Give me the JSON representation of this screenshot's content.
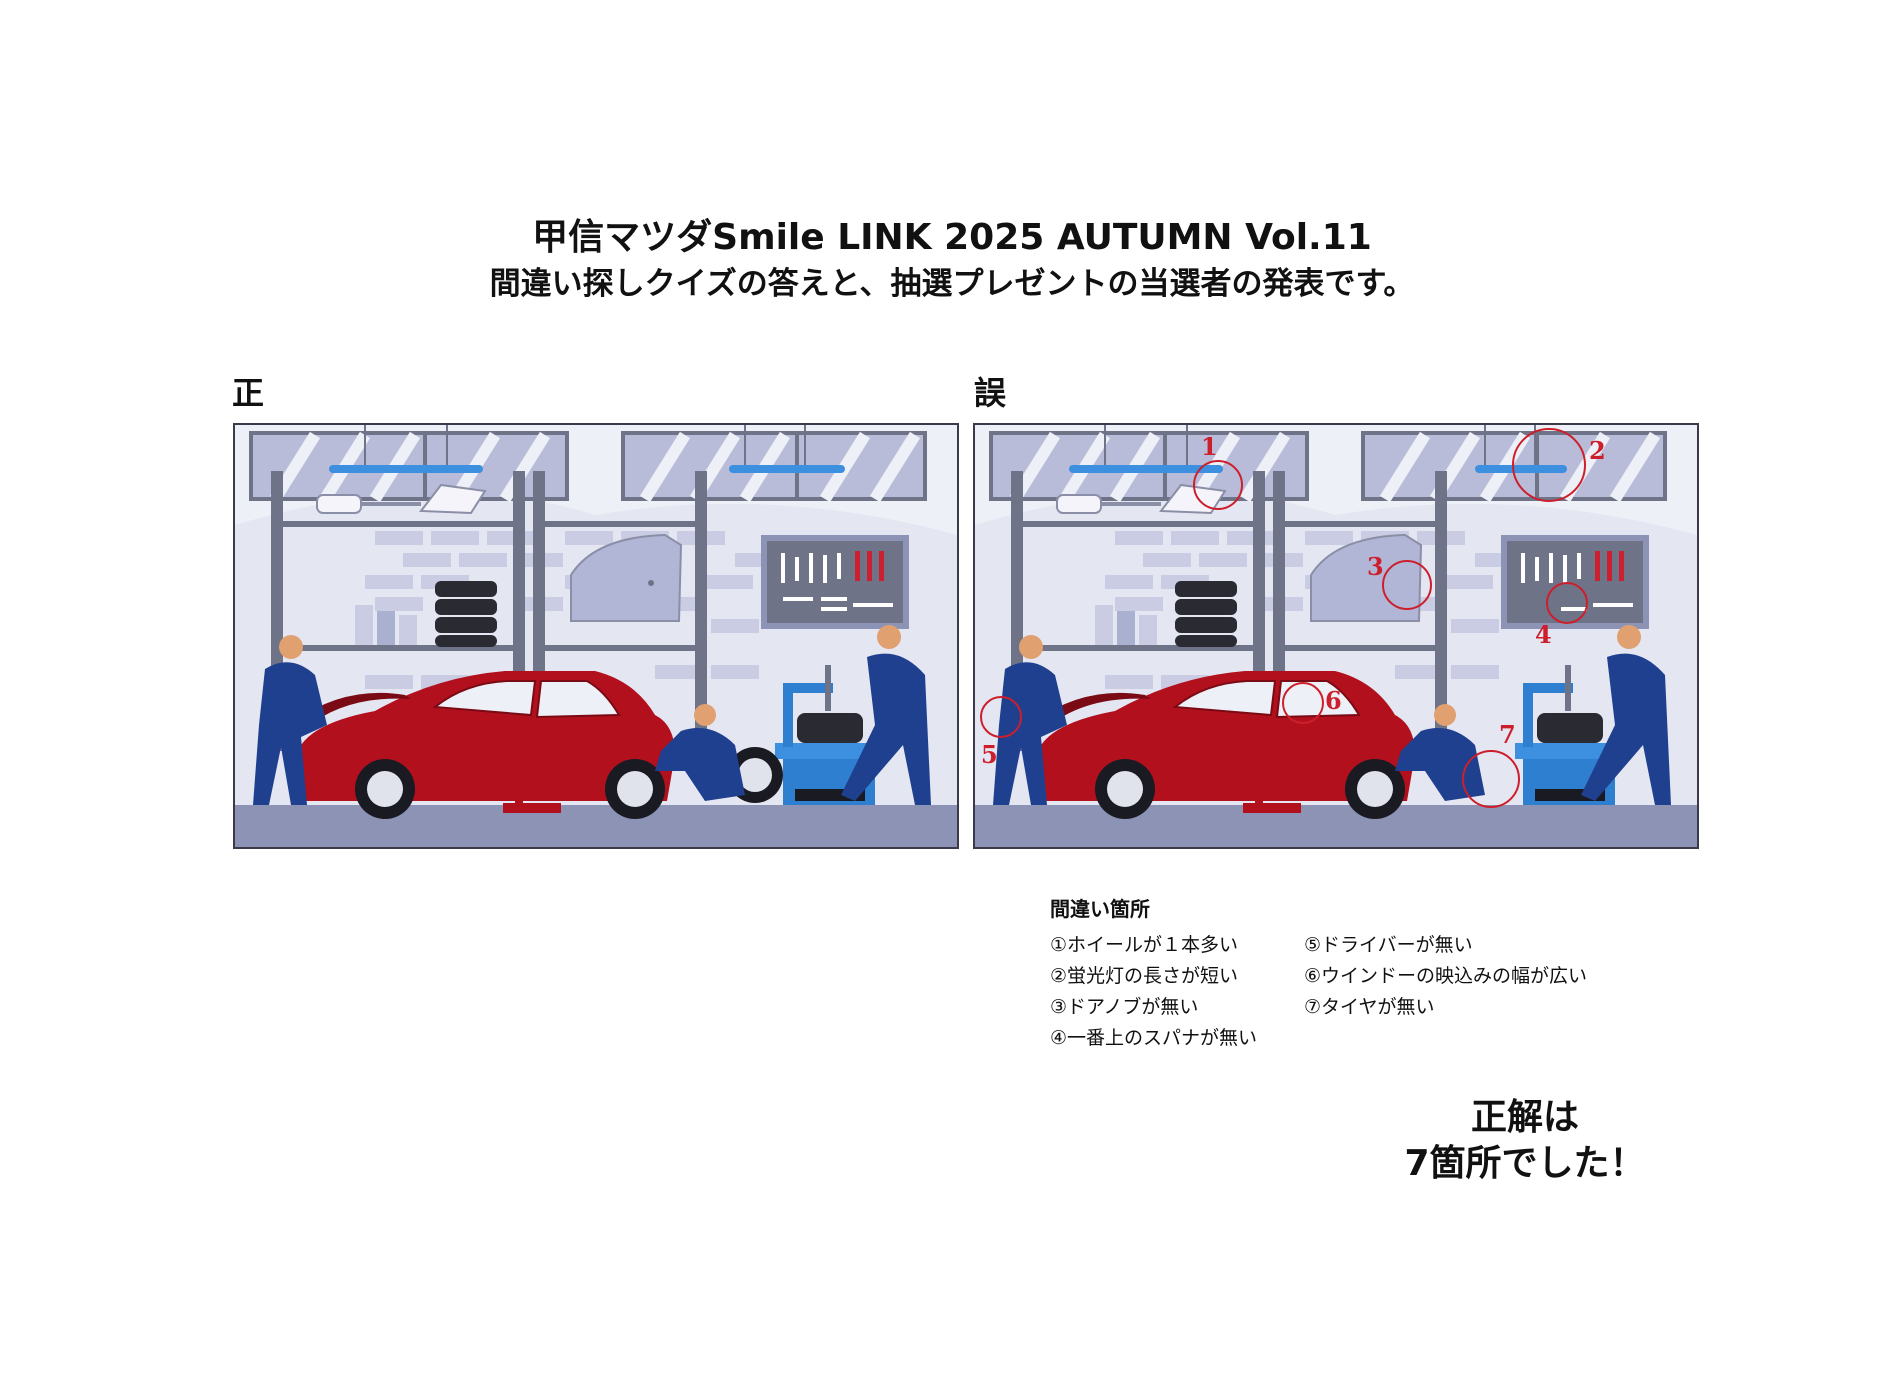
{
  "header": {
    "line1": "甲信マツダSmile LINK 2025 AUTUMN Vol.11",
    "line2": "間違い探しクイズの答えと、抽選プレゼントの当選者の発表です。"
  },
  "panels": {
    "correct_label": "正",
    "wrong_label": "誤"
  },
  "markers": [
    "1",
    "2",
    "3",
    "4",
    "5",
    "6",
    "7"
  ],
  "differences": {
    "title": "間違い箇所",
    "items": [
      "①ホイールが１本多い",
      "②蛍光灯の長さが短い",
      "③ドアノブが無い",
      "④一番上のスパナが無い",
      "⑤ドライバーが無い",
      "⑥ウインドーの映込みの幅が広い",
      "⑦タイヤが無い"
    ]
  },
  "answer": {
    "line1": "正解は",
    "line2": "7箇所でした！"
  },
  "colors": {
    "car_red": "#b3101e",
    "marker_red": "#cc1f2b",
    "mechanic_blue": "#1f3f8f",
    "machine_blue": "#2f7fd0",
    "floor": "#8c93b5",
    "wall": "#e4e6f2",
    "brick": "#c9cce3",
    "frame": "#6f7388"
  }
}
